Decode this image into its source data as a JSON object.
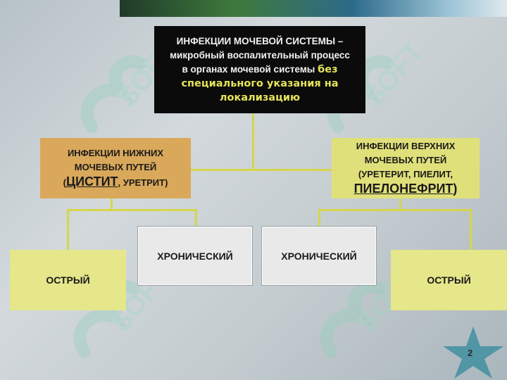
{
  "diagram": {
    "root": {
      "line1": "ИНФЕКЦИИ МОЧЕВОЙ СИСТЕМЫ –",
      "line2": "микробный воспалительный процесс",
      "line3_plain": "в органах мочевой системы",
      "line3_hl": "без",
      "line4": "специального указания на",
      "line5": "локализацию"
    },
    "lower": {
      "line1": "ИНФЕКЦИИ НИЖНИХ",
      "line2": "МОЧЕВЫХ ПУТЕЙ",
      "open_paren": "(",
      "emph": "ЦИСТИТ",
      "rest": ", УРЕТРИТ)"
    },
    "upper": {
      "line1": "ИНФЕКЦИИ ВЕРХНИХ",
      "line2": "МОЧЕВЫХ ПУТЕЙ",
      "line3": "(УРЕТЕРИТ, ПИЕЛИТ,",
      "emph": "ПИЕЛОНЕФРИТ",
      "close_paren": ")"
    },
    "lower_acute": "ОСТРЫЙ",
    "lower_chronic": "ХРОНИЧЕСКИЙ",
    "upper_chronic": "ХРОНИЧЕСКИЙ",
    "upper_acute": "ОСТРЫЙ"
  },
  "slide": {
    "page_number": "2",
    "watermark_text": "SOFT"
  },
  "colors": {
    "root_bg": "#0b0b0b",
    "root_highlight": "#e6e35a",
    "lower_bg": "#d9a85a",
    "upper_bg": "#e0e07a",
    "acute_bg": "#e6e68a",
    "chronic_bg": "#e9e9e9",
    "connector": "#d6d64a"
  },
  "icons": {
    "watermark": "sof-logo-icon",
    "page_badge": "star-icon"
  }
}
